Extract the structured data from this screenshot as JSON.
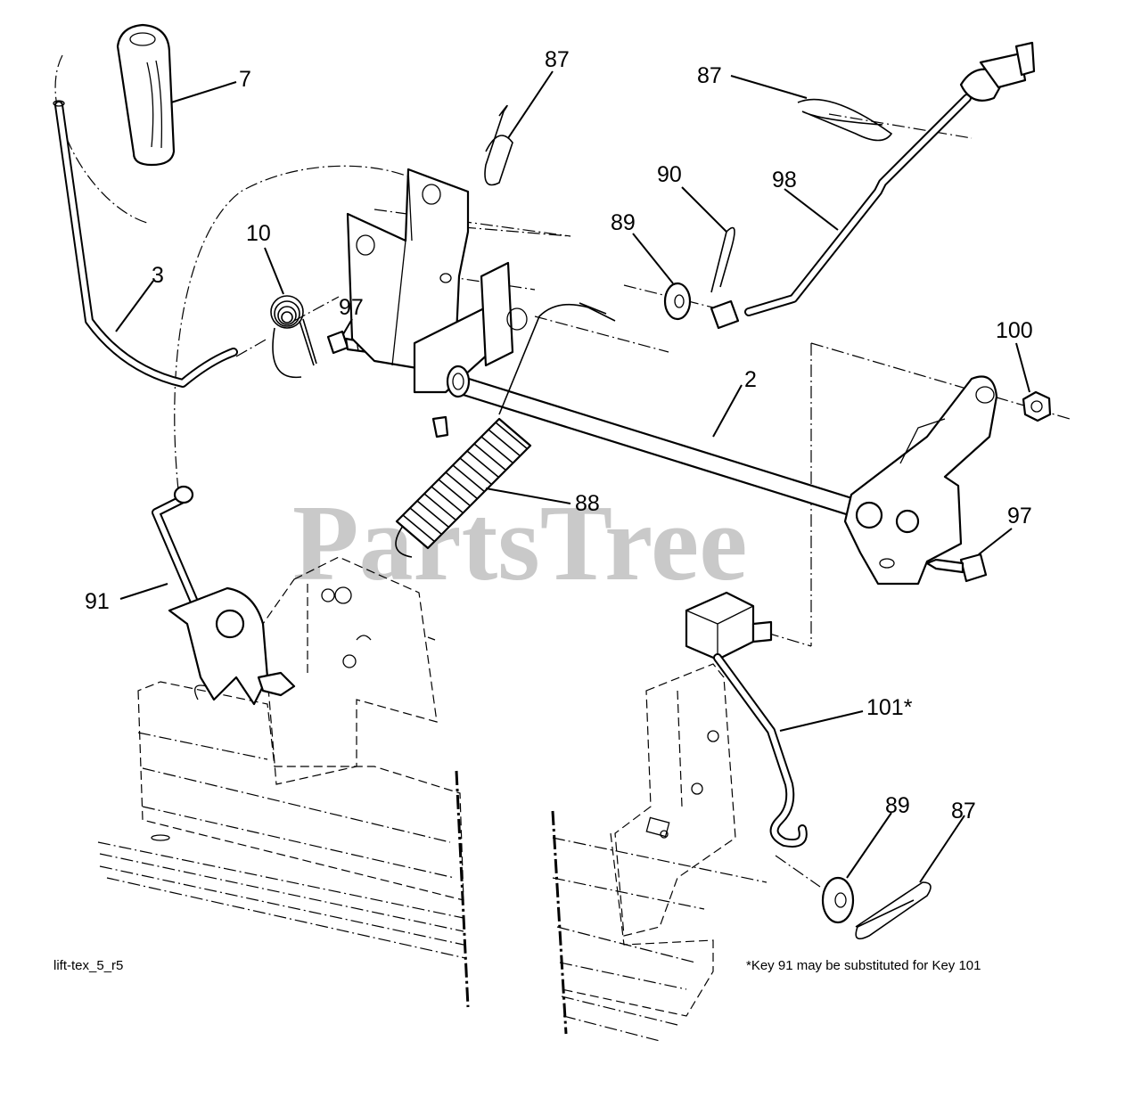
{
  "diagram": {
    "callouts": [
      {
        "id": "c-7",
        "label": "7"
      },
      {
        "id": "c-3",
        "label": "3"
      },
      {
        "id": "c-10",
        "label": "10"
      },
      {
        "id": "c-97a",
        "label": "97"
      },
      {
        "id": "c-87a",
        "label": "87"
      },
      {
        "id": "c-87b",
        "label": "87"
      },
      {
        "id": "c-90",
        "label": "90"
      },
      {
        "id": "c-98",
        "label": "98"
      },
      {
        "id": "c-89a",
        "label": "89"
      },
      {
        "id": "c-100",
        "label": "100"
      },
      {
        "id": "c-2",
        "label": "2"
      },
      {
        "id": "c-88",
        "label": "88"
      },
      {
        "id": "c-97b",
        "label": "97"
      },
      {
        "id": "c-91",
        "label": "91"
      },
      {
        "id": "c-101",
        "label": "101*"
      },
      {
        "id": "c-89b",
        "label": "89"
      },
      {
        "id": "c-87c",
        "label": "87"
      }
    ],
    "drawing_code": "lift-tex_5_r5",
    "footnote": "*Key 91 may be substituted for Key 101",
    "watermark": "PartsTree"
  }
}
